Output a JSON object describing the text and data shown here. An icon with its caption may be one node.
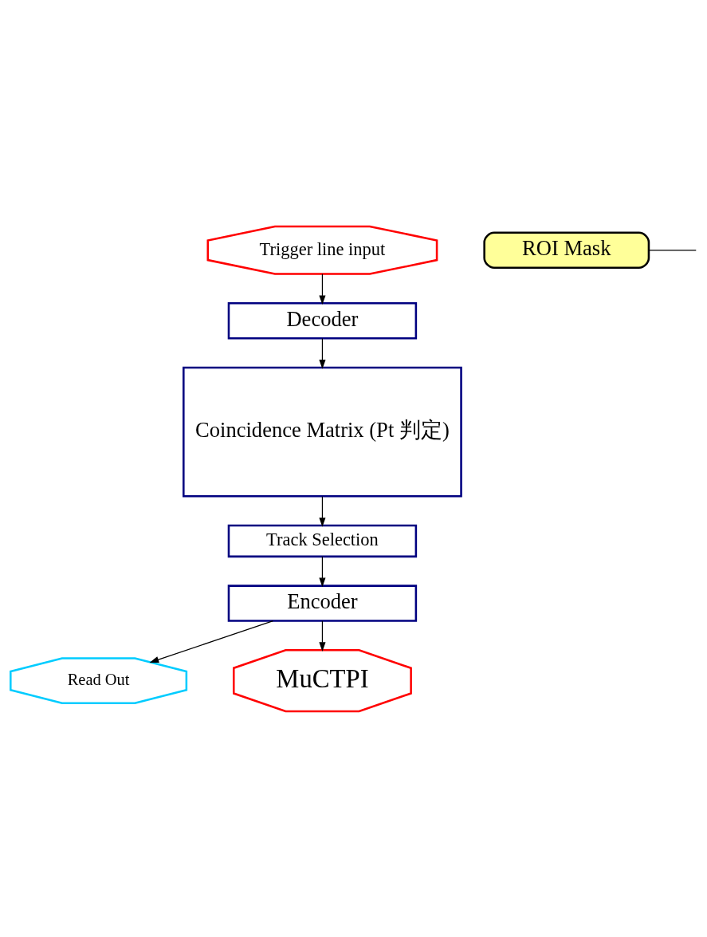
{
  "diagram": {
    "nodes": [
      {
        "text": [
          "Trigger line input"
        ]
      },
      {
        "text": [
          "Decoder"
        ]
      },
      {
        "text": [
          "Coincidence Matrix (Pt 判定)"
        ]
      },
      {
        "text": [
          "ROI Mask"
        ]
      },
      {
        "text": [
          "Track Selection"
        ]
      },
      {
        "text": [
          "Encoder"
        ]
      },
      {
        "text": [
          "Read Out"
        ]
      },
      {
        "text": [
          "MuCTPI"
        ]
      }
    ],
    "edges": [
      {
        "from": 0,
        "to": 1,
        "arrow": "to"
      },
      {
        "from": 1,
        "to": 2,
        "arrow": "to"
      },
      {
        "from": 2,
        "to": 4,
        "arrow": "to"
      },
      {
        "from": 3,
        "to": null,
        "arrow": "none"
      },
      {
        "from": 4,
        "to": 5,
        "arrow": "to"
      },
      {
        "from": 5,
        "to": 7,
        "arrow": "to"
      },
      {
        "from": 5,
        "to": 6,
        "arrow": "to"
      }
    ]
  }
}
